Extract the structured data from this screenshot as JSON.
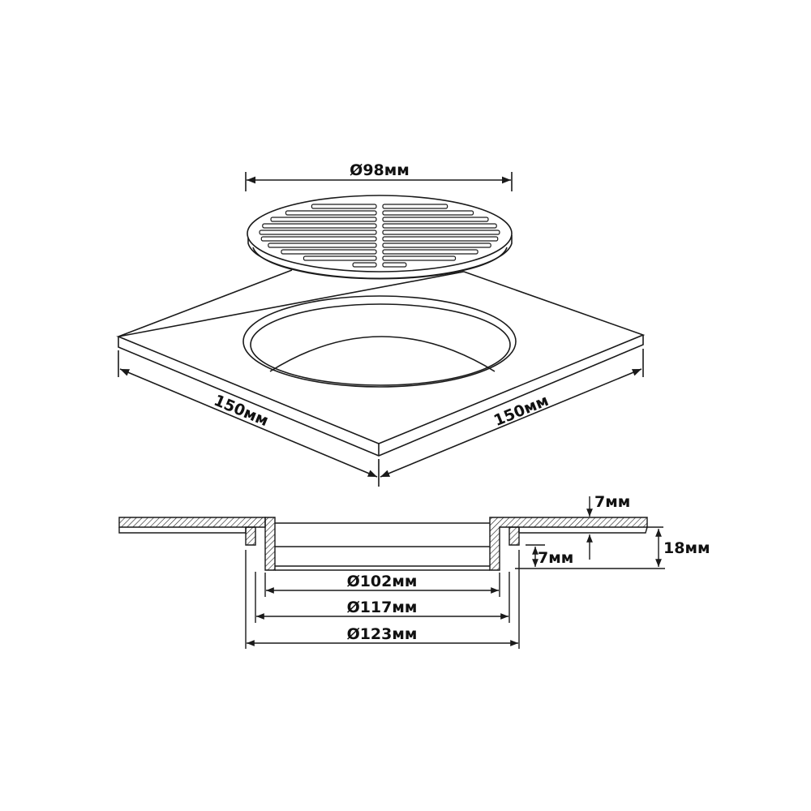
{
  "title": "Floor drain grate with square flange – dimensions",
  "labels": {
    "grate_diameter": "Ø98мм",
    "plate_side_left": "150мм",
    "plate_side_right": "150мм",
    "flange_thickness": "7мм",
    "total_height": "18мм",
    "skirt_height": "7мм",
    "inner_diameter": "Ø102мм",
    "middle_diameter": "Ø117мм",
    "outer_diameter": "Ø123мм"
  },
  "colors": {
    "line": "#1a1a1a",
    "background": "#ffffff"
  }
}
